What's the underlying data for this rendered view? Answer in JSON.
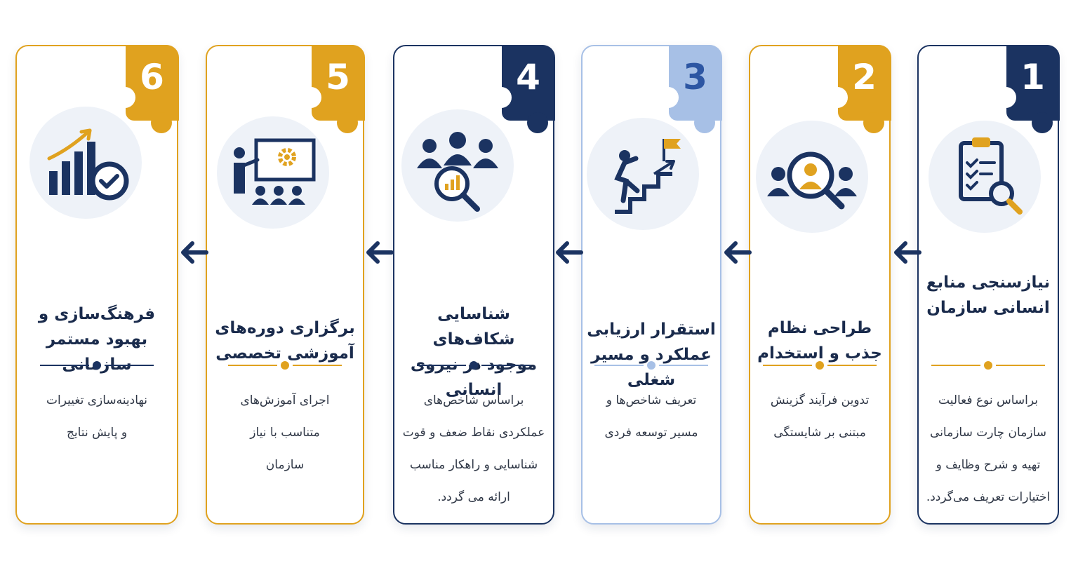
{
  "colors": {
    "navy": "#1b3361",
    "gold": "#e0a21f",
    "light_blue": "#a7c0e6",
    "text": "#1a2b4c",
    "icon_bg": "#eef2f8"
  },
  "steps": [
    {
      "number": "1",
      "color": "navy",
      "icon": "clipboard-checklist-magnifier-icon",
      "title": [
        "نیازسنجی منابع",
        "انسانی سازمان"
      ],
      "description": [
        "براساس نوع فعالیت",
        "سازمان چارت سازمانی",
        "تهیه و شرح وظایف و",
        "اختیارات تعریف می‌گردد."
      ]
    },
    {
      "number": "2",
      "color": "gold",
      "icon": "recruitment-magnifier-icon",
      "title": [
        "طراحی نظام",
        "جذب و استخدام"
      ],
      "description": [
        "تدوین فرآیند گزینش",
        "مبتنی بر شایستگی"
      ]
    },
    {
      "number": "3",
      "color": "light_blue",
      "icon": "career-stairs-flag-icon",
      "title": [
        "استقرار ارزیابی",
        "عملکرد و مسیر شغلی"
      ],
      "description": [
        "تعریف شاخص‌ها و",
        "مسیر توسعه فردی"
      ]
    },
    {
      "number": "4",
      "color": "navy",
      "icon": "team-analysis-magnifier-icon",
      "title": [
        "شناسایی شکاف‌های",
        "موجود در نیروی",
        "انسانی"
      ],
      "description": [
        "براساس شاخص‌های",
        "عملکردی نقاط ضعف و قوت",
        "شناسایی و راهکار مناسب",
        "ارائه می گردد."
      ]
    },
    {
      "number": "5",
      "color": "gold",
      "icon": "training-presentation-icon",
      "title": [
        "برگزاری دوره‌های",
        "آموزشی تخصصی"
      ],
      "description": [
        "اجرای آموزش‌های",
        "متناسب با نیاز",
        "سازمان"
      ]
    },
    {
      "number": "6",
      "color": "gold",
      "icon": "growth-chart-check-icon",
      "title": [
        "فرهنگ‌سازی و",
        "بهبود مستمر",
        "سازمانی"
      ],
      "description": [
        "نهادینه‌سازی تغییرات",
        "و پایش نتایج"
      ]
    }
  ],
  "connector_icon": "arrow-left-icon"
}
